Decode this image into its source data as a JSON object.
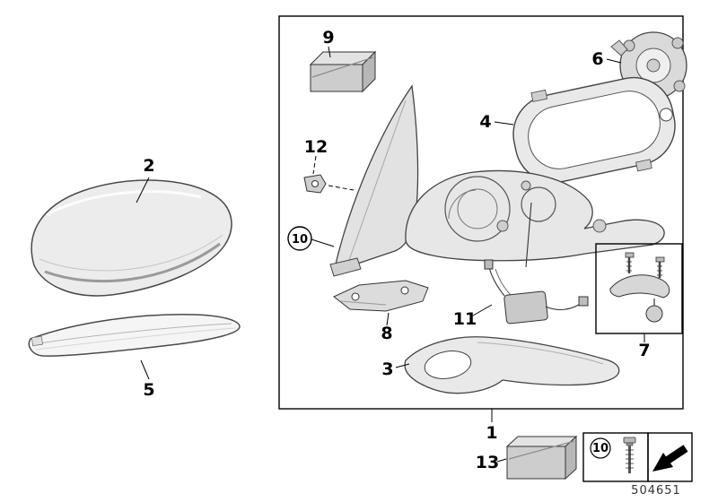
{
  "diagram": {
    "drawing_number": "504651"
  },
  "callouts": {
    "c1": "1",
    "c2": "2",
    "c3": "3",
    "c4": "4",
    "c5": "5",
    "c6": "6",
    "c7": "7",
    "c8": "8",
    "c9": "9",
    "c10": "10",
    "c11": "11",
    "c12": "12",
    "c13": "13"
  },
  "legend": {
    "screw_item": "10"
  },
  "colors": {
    "line": "#000000",
    "part_fill_light": "#ececec",
    "part_fill_mid": "#cdcdcd",
    "arrow_icon": "#000000"
  }
}
